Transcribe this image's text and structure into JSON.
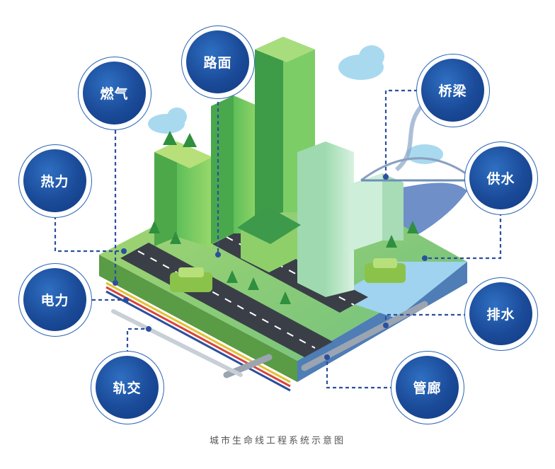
{
  "caption": "城市生命线工程系统示意图",
  "nodes": {
    "lumian": "路面",
    "ranqi": "燃气",
    "reli": "热力",
    "dianli": "电力",
    "guijiao": "轨交",
    "qiaoliang": "桥梁",
    "gongshui": "供水",
    "paishui": "排水",
    "guanlang": "管廊"
  },
  "colors": {
    "node_fill": "#1a4a98",
    "connector": "#2b4fa0",
    "grass": "#8bc34a",
    "road": "#3a3f47",
    "water": "#4aa3df"
  }
}
